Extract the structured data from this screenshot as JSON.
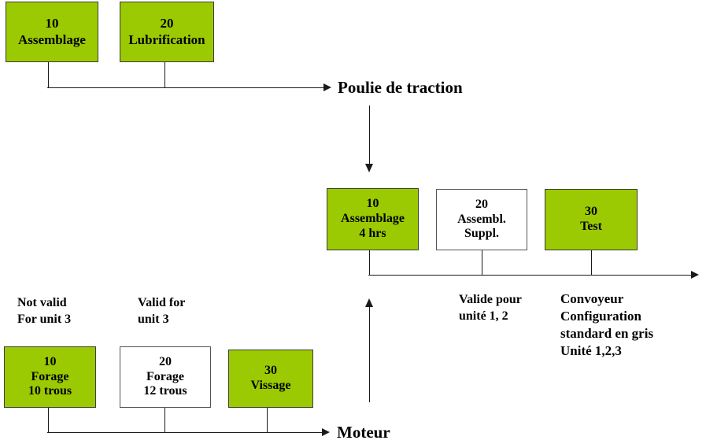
{
  "diagram": {
    "title_top": "Poulie de traction",
    "title_mid": "Convoyeur",
    "title_bottom": "Moteur",
    "accent_green": "#9bca02",
    "line_color": "#1a1a1a",
    "border_color": "#3c3c3c"
  },
  "groups": {
    "poulie": {
      "name": "Poulie de traction",
      "nodes": [
        {
          "num": "10",
          "l1": "Assemblage",
          "l2": "",
          "l3": "",
          "fill": "green"
        },
        {
          "num": "20",
          "l1": "Lubrification",
          "l2": "",
          "l3": "",
          "fill": "green"
        }
      ]
    },
    "convoyeur": {
      "name": "Convoyeur",
      "nodes": [
        {
          "num": "10",
          "l1": "Assemblage",
          "l2": "4 hrs",
          "l3": "",
          "fill": "green"
        },
        {
          "num": "20",
          "l1": "Assembl.",
          "l2": "Suppl.",
          "l3": "",
          "fill": "white"
        },
        {
          "num": "30",
          "l1": "Test",
          "l2": "",
          "l3": "",
          "fill": "green"
        }
      ],
      "note_under_second": "Valide pour\nunité 1, 2",
      "legend": "Convoyeur\nConfiguration\nstandard en gris\nUnité 1,2,3"
    },
    "moteur": {
      "name": "Moteur",
      "nodes": [
        {
          "num": "10",
          "l1": "Forage",
          "l2": "10 trous",
          "l3": "",
          "fill": "green"
        },
        {
          "num": "20",
          "l1": "Forage",
          "l2": "12 trous",
          "l3": "",
          "fill": "white"
        },
        {
          "num": "30",
          "l1": "Vissage",
          "l2": "",
          "l3": "",
          "fill": "green"
        }
      ],
      "note_first": "Not valid\nFor unit 3",
      "note_second": "Valid for\nunit 3"
    }
  }
}
